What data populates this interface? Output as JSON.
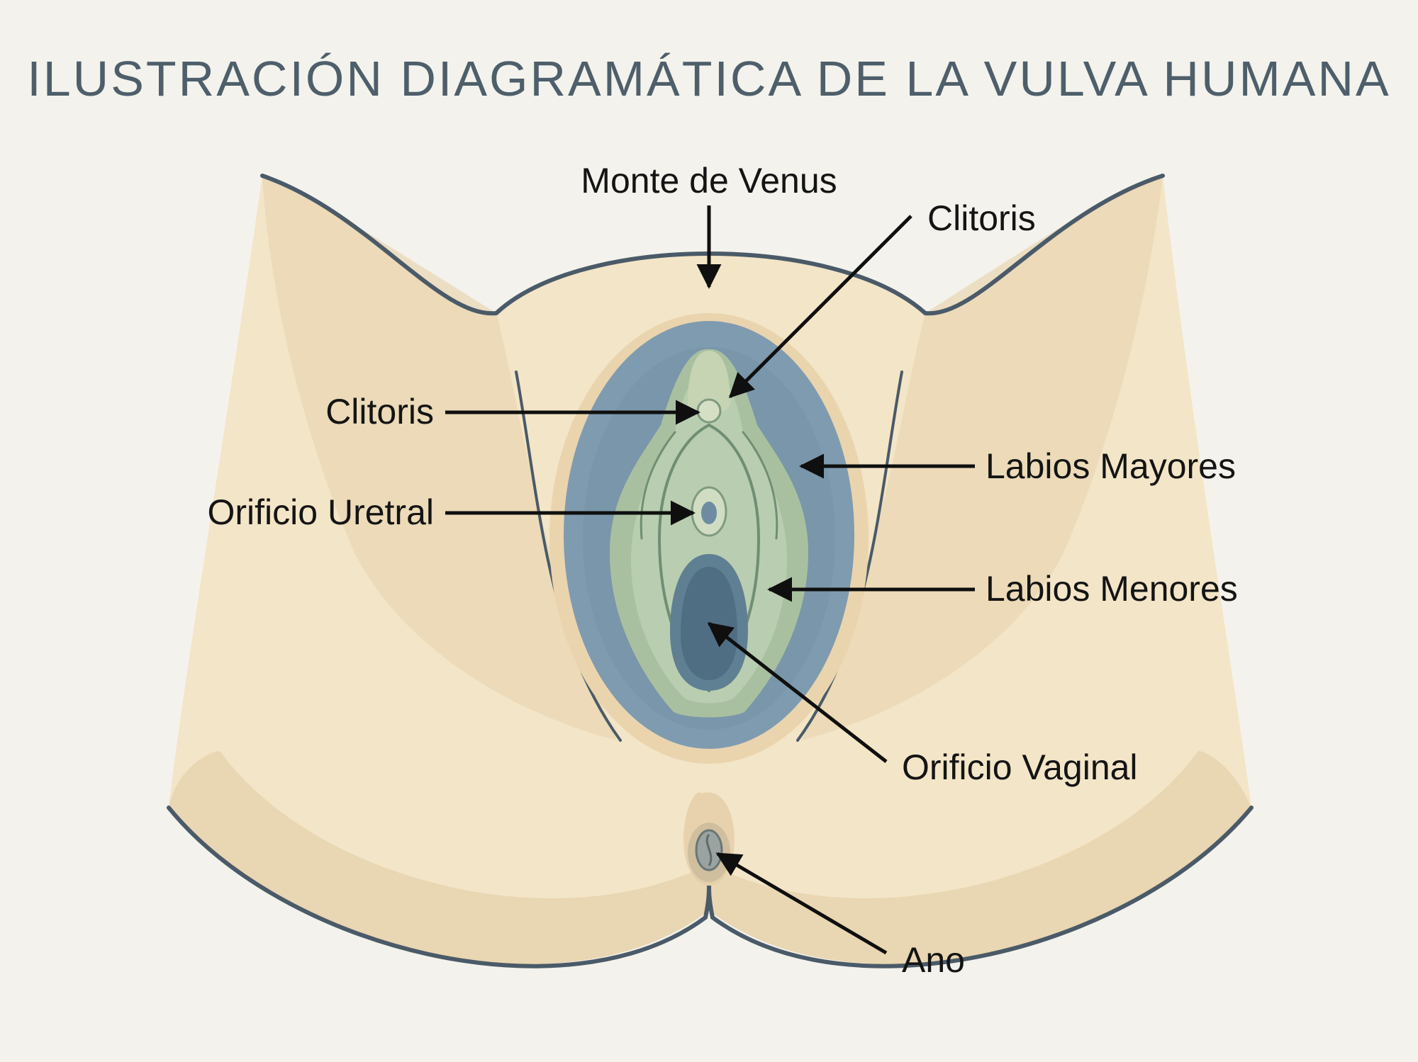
{
  "title": "ILUSTRACIÓN DIAGRAMÁTICA DE LA VULVA HUMANA",
  "labels": {
    "mons": "Monte de Venus",
    "clitoris_top": "Clitoris",
    "clitoris_left": "Clitoris",
    "labia_majora": "Labios Mayores",
    "urethral": "Orificio Uretral",
    "labia_minora": "Labios Menores",
    "vaginal": "Orificio Vaginal",
    "anus": "Ano"
  },
  "colors": {
    "background": "#f3f2ec",
    "skin": "#f3e5c7",
    "skin_shadow": "#e6d2ad",
    "outline": "#4a5a68",
    "labia_majora": "#7f9bb0",
    "labia_minora": "#a9c0a0",
    "vaginal_orifice": "#5f7f93",
    "title": "#4e5f6b"
  }
}
